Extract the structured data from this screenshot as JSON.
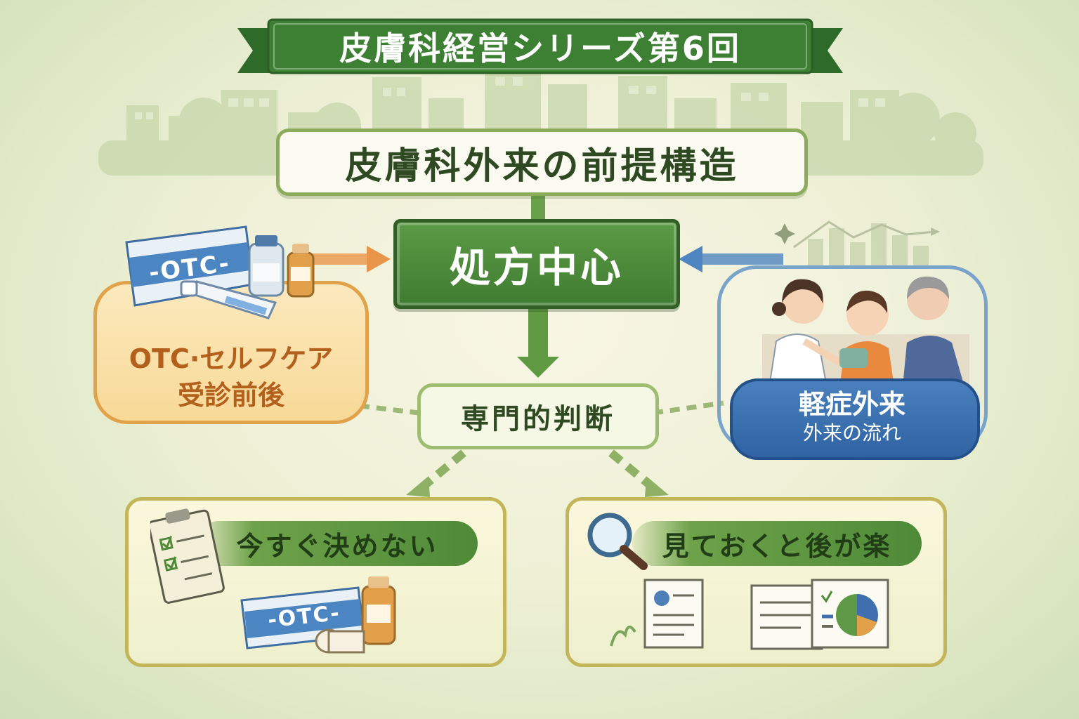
{
  "banner": {
    "title": "皮膚科経営シリーズ第6回"
  },
  "main_title": "皮膚科外来の前提構造",
  "center": {
    "label": "処方中心"
  },
  "judgement": {
    "label": "専門的判断"
  },
  "left_box": {
    "line1": "OTC·セルフケア",
    "line2": "受診前後",
    "otc_label": "-OTC-"
  },
  "right_box": {
    "title": "軽症外来",
    "subtitle": "外来の流れ"
  },
  "bottom_left": {
    "label": "今すぐ決めない",
    "otc_label": "-OTC-"
  },
  "bottom_right": {
    "label": "見ておくと後が楽"
  },
  "icons": [
    "clipboard-check-icon",
    "magnifier-icon",
    "document-chart-icon",
    "pie-chart-icon",
    "medicine-bottle-icon",
    "ointment-tube-icon"
  ],
  "colors": {
    "green_dark": "#3f7c31",
    "green_light": "#8dab5c",
    "orange": "#e0a24a",
    "orange_text": "#b4601d",
    "blue": "#2f63a3",
    "gold_border": "#c2b55a"
  }
}
